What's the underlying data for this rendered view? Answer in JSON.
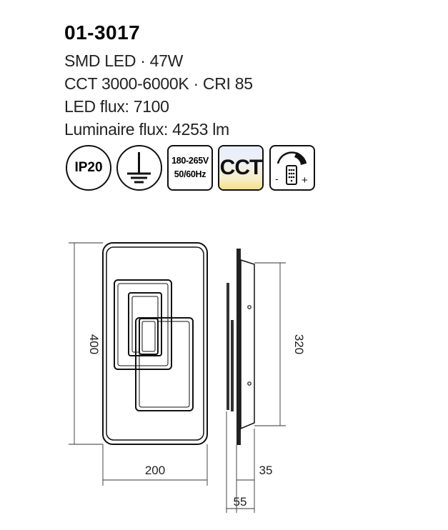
{
  "product": {
    "model": "01-3017",
    "spec_line1": "SMD LED · 47W",
    "spec_line2": "CCT 3000-6000K · CRI 85",
    "spec_line3": "LED flux: 7100",
    "spec_line4": "Luminaire flux: 4253 lm"
  },
  "icons": {
    "ip_rating": "IP20",
    "voltage_line1": "180-265V",
    "voltage_line2": "50/60Hz",
    "cct_label": "CCT",
    "dimmer_minus": "-",
    "dimmer_plus": "+",
    "icon_names": [
      "ip20-icon",
      "ground-earth-icon",
      "voltage-icon",
      "cct-icon",
      "remote-dimmer-icon"
    ]
  },
  "dimensions": {
    "height": "400",
    "width": "200",
    "mount_height": "320",
    "depth_mount": "35",
    "depth_total": "55"
  }
}
